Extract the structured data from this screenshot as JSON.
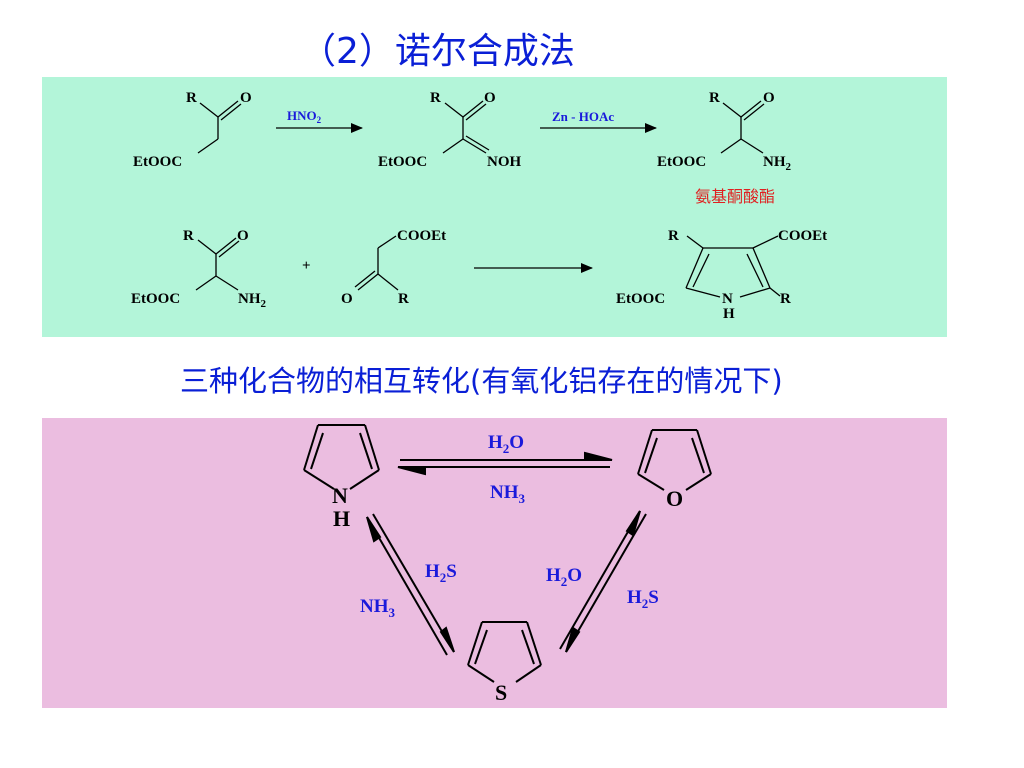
{
  "title": "（2）诺尔合成法",
  "subtitle": "三种化合物的相互转化(有氧化铝存在的情况下)",
  "reaction1": {
    "reactant": {
      "r": "R",
      "o": "O",
      "ester": "EtOOC"
    },
    "reagent1": "HNO",
    "reagent1_sub": "2",
    "intermediate": {
      "r": "R",
      "o": "O",
      "ester": "EtOOC",
      "noh": "NOH"
    },
    "reagent2": "Zn - HOAc",
    "product": {
      "r": "R",
      "o": "O",
      "ester": "EtOOC",
      "nh": "NH",
      "nh_sub": "2"
    },
    "product_name": "氨基酮酸酯"
  },
  "reaction2": {
    "reactant1": {
      "r": "R",
      "o": "O",
      "ester": "EtOOC",
      "nh": "NH",
      "nh_sub": "2"
    },
    "plus": "+",
    "reactant2": {
      "cooet": "COOEt",
      "o": "O",
      "r": "R"
    },
    "product": {
      "r1": "R",
      "cooet": "COOEt",
      "ester": "EtOOC",
      "n": "N",
      "h": "H",
      "r2": "R"
    }
  },
  "cycle": {
    "pyrrole_n": "N",
    "pyrrole_h": "H",
    "furan_o": "O",
    "thiophene_s": "S",
    "top_upper": {
      "a": "H",
      "sub": "2",
      "b": "O"
    },
    "top_lower": {
      "a": "NH",
      "sub": "3"
    },
    "left_inner": {
      "a": "H",
      "sub": "2",
      "b": "S"
    },
    "left_outer": {
      "a": "NH",
      "sub": "3"
    },
    "right_inner": {
      "a": "H",
      "sub": "2",
      "b": "O"
    },
    "right_outer": {
      "a": "H",
      "sub": "2",
      "b": "S"
    }
  },
  "colors": {
    "title": "#0a1fd6",
    "green_panel": "#b3f5d9",
    "pink_panel": "#ebbde0",
    "reagent": "#1a1adb",
    "name": "#e02020"
  }
}
